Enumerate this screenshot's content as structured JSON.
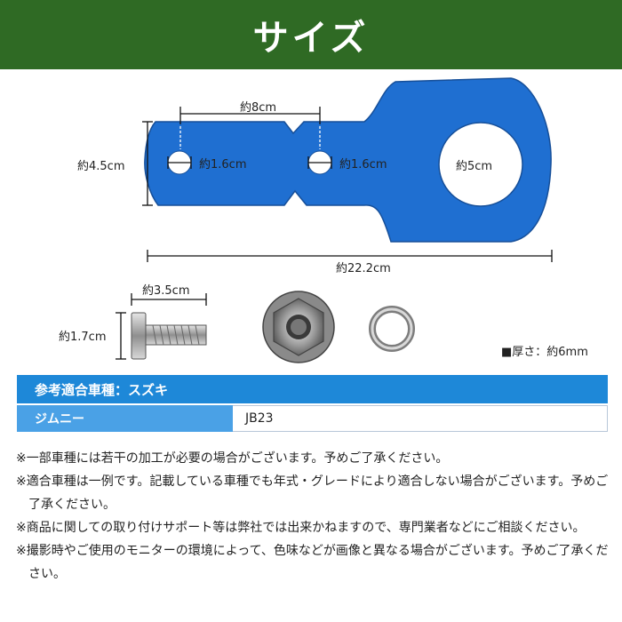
{
  "header": {
    "title": "サイズ"
  },
  "diagram": {
    "dim_hole_spacing": "約8cm",
    "dim_height": "約4.5cm",
    "dim_small_hole_1": "約1.6cm",
    "dim_small_hole_2": "約1.6cm",
    "dim_big_hole": "約5cm",
    "dim_total_length": "約22.2cm",
    "dim_bolt_length": "約3.5cm",
    "dim_bolt_head": "約1.7cm",
    "thickness_note": "■厚さ：約6mm",
    "colors": {
      "bracket": "#1f6fd1",
      "header": "#2f6a24",
      "table_head": "#1e88d8",
      "table_cell": "#4aa1e6"
    }
  },
  "table": {
    "heading": "参考適合車種：スズキ",
    "rows": [
      {
        "model": "ジムニー",
        "code": "JB23"
      }
    ]
  },
  "notes": [
    "※一部車種には若干の加工が必要の場合がございます。予めご了承ください。",
    "※適合車種は一例です。記載している車種でも年式・グレードにより適合しない場合がございます。予めご了承ください。",
    "※商品に関しての取り付けサポート等は弊社では出来かねますので、専門業者などにご相談ください。",
    "※撮影時やご使用のモニターの環境によって、色味などが画像と異なる場合がございます。予めご了承ください。"
  ]
}
